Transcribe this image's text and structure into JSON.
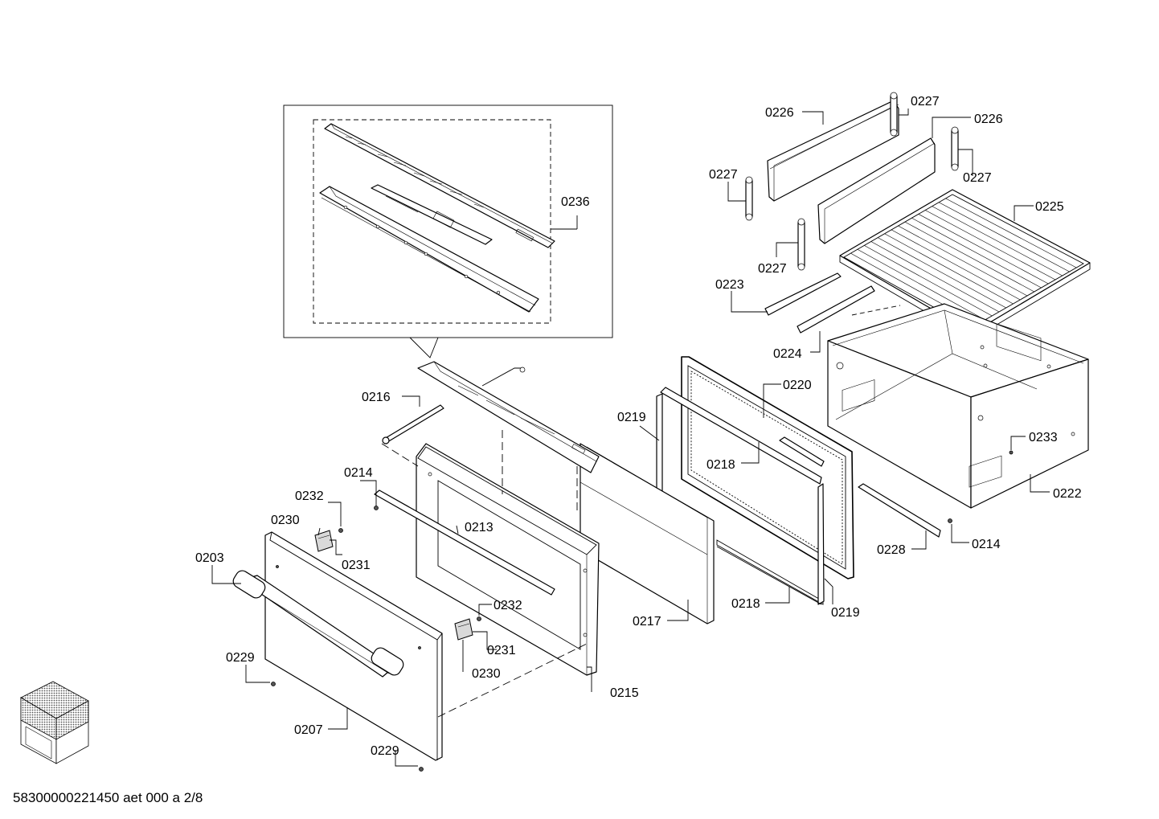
{
  "labels": {
    "p0236": "0236",
    "p0226a": "0226",
    "p0226b": "0226",
    "p0227a": "0227",
    "p0227b": "0227",
    "p0227c": "0227",
    "p0227d": "0227",
    "p0225": "0225",
    "p0223": "0223",
    "p0224": "0224",
    "p0220": "0220",
    "p0219a": "0219",
    "p0219b": "0219",
    "p0218a": "0218",
    "p0218b": "0218",
    "p0216": "0216",
    "p0214a": "0214",
    "p0214b": "0214",
    "p0213": "0213",
    "p0232a": "0232",
    "p0232b": "0232",
    "p0230a": "0230",
    "p0230b": "0230",
    "p0231a": "0231",
    "p0231b": "0231",
    "p0203": "0203",
    "p0229a": "0229",
    "p0229b": "0229",
    "p0207": "0207",
    "p0217": "0217",
    "p0215": "0215",
    "p0233": "0233",
    "p0222": "0222",
    "p0228": "0228"
  },
  "footer": {
    "code": "58300000221450 aet 000 a 2/8"
  }
}
